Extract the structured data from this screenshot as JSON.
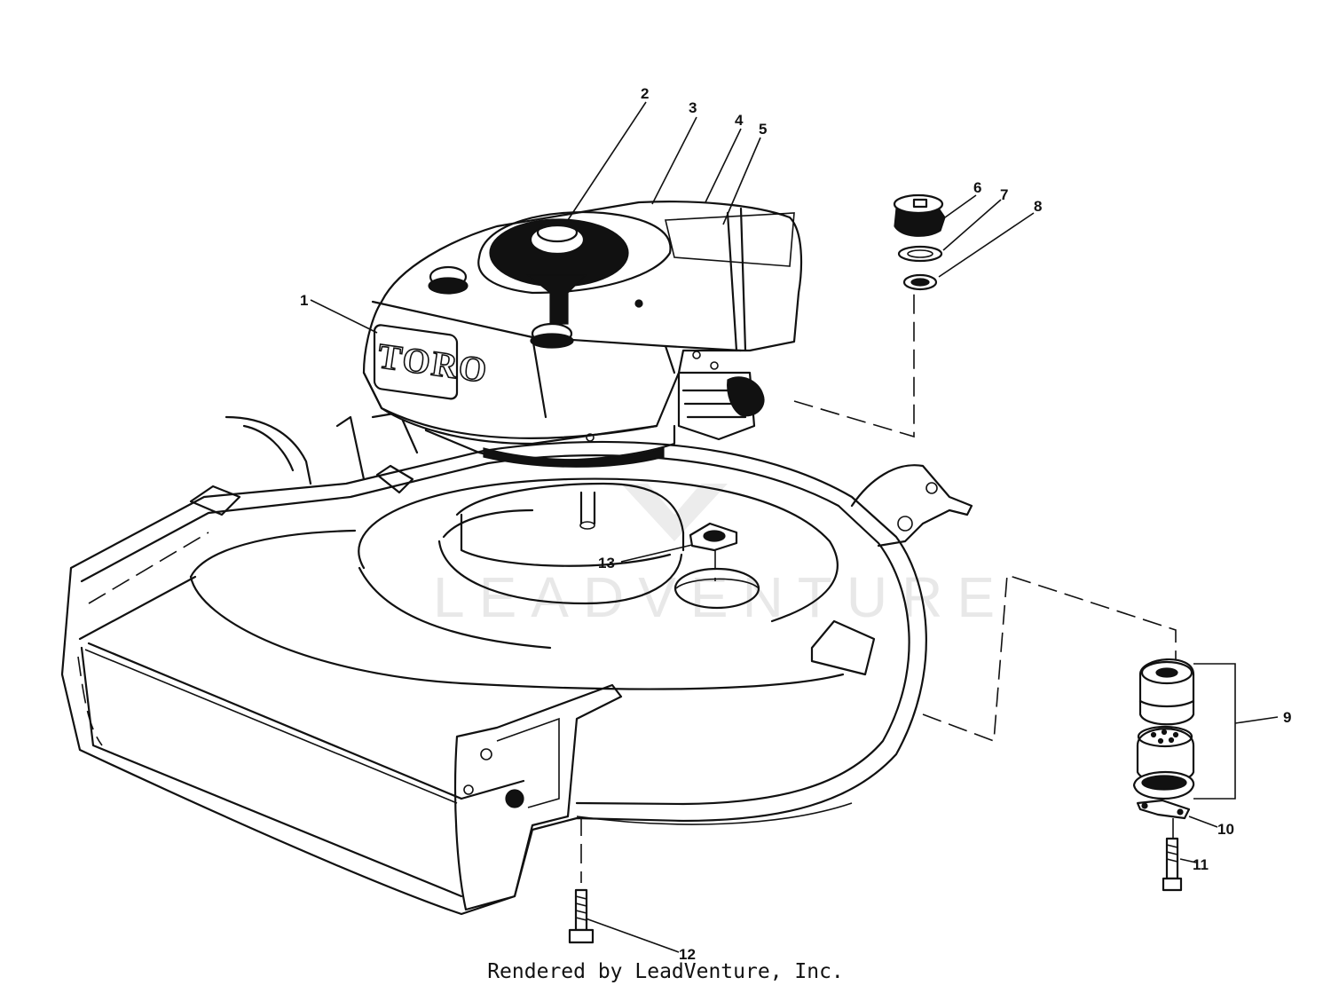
{
  "diagram": {
    "logo_text": "TORO",
    "watermark_text": "LEADVENTURE",
    "credit": "Rendered by LeadVenture, Inc.",
    "callouts": [
      {
        "id": "1",
        "label": "1"
      },
      {
        "id": "2",
        "label": "2"
      },
      {
        "id": "3",
        "label": "3"
      },
      {
        "id": "4",
        "label": "4"
      },
      {
        "id": "5",
        "label": "5"
      },
      {
        "id": "6",
        "label": "6"
      },
      {
        "id": "7",
        "label": "7"
      },
      {
        "id": "8",
        "label": "8"
      },
      {
        "id": "9",
        "label": "9"
      },
      {
        "id": "10",
        "label": "10"
      },
      {
        "id": "11",
        "label": "11"
      },
      {
        "id": "12",
        "label": "12"
      },
      {
        "id": "13",
        "label": "13"
      }
    ]
  }
}
